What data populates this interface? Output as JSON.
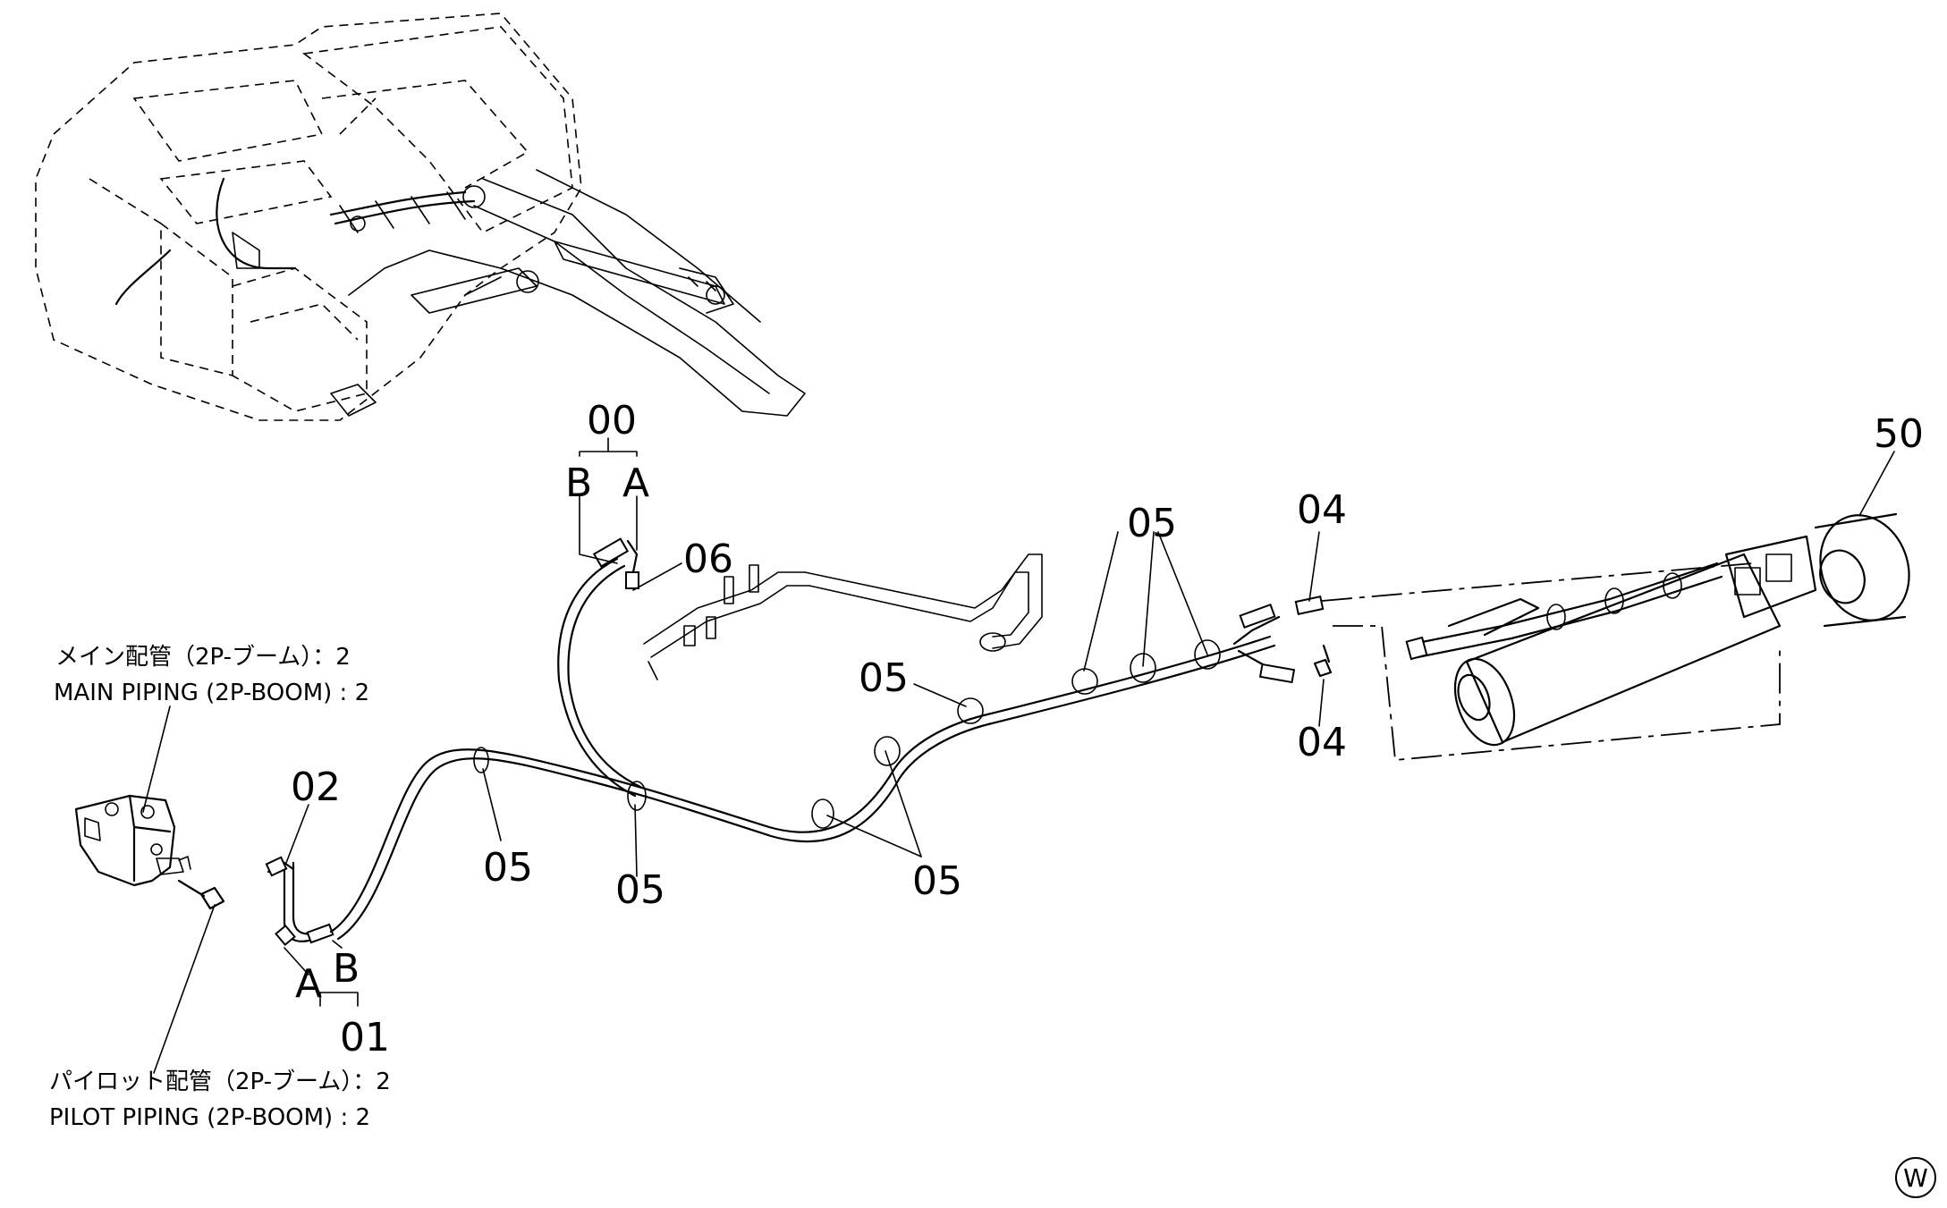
{
  "callouts": {
    "c00": "00",
    "c01": "01",
    "c02": "02",
    "c04_top": "04",
    "c04_bottom": "04",
    "c05_top": "05",
    "c05_left": "05",
    "c05_a": "05",
    "c05_b": "05",
    "c05_c": "05",
    "c06": "06",
    "c50": "50"
  },
  "letters": {
    "top_b": "B",
    "top_a": "A",
    "bottom_a": "A",
    "bottom_b": "B"
  },
  "notes": {
    "main_jp": "メイン配管（2P-ブーム）：2",
    "main_en": "MAIN PIPING (2P-BOOM) : 2",
    "pilot_jp": "パイロット配管（2P-ブーム）：2",
    "pilot_en": "PILOT PIPING (2P-BOOM) : 2"
  },
  "corner_mark": "W"
}
